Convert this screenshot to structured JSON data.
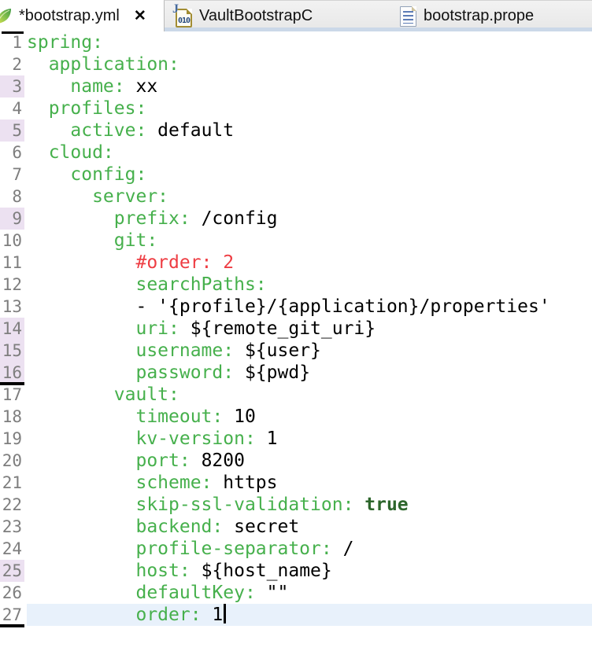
{
  "tabs": [
    {
      "label": "*bootstrap.yml",
      "active": true,
      "dirty": true,
      "close_glyph": "✕",
      "icon": "yaml-leaf-icon"
    },
    {
      "label": "VaultBootstrapC",
      "active": false,
      "icon": "java-class-file-icon",
      "icon_text": "010",
      "icon_decorator": "J"
    },
    {
      "label": "bootstrap.prope",
      "active": false,
      "icon": "properties-file-icon"
    }
  ],
  "editor": {
    "cursor_line": 27,
    "lines": [
      {
        "n": 1,
        "marker_above": true,
        "parts": [
          {
            "c": "k",
            "t": "spring:"
          }
        ]
      },
      {
        "n": 2,
        "parts": [
          {
            "c": "k",
            "t": "  application:"
          }
        ]
      },
      {
        "n": 3,
        "changed": true,
        "parts": [
          {
            "c": "k",
            "t": "    name:"
          },
          {
            "c": "v",
            "t": " xx"
          }
        ]
      },
      {
        "n": 4,
        "parts": [
          {
            "c": "k",
            "t": "  profiles:"
          }
        ]
      },
      {
        "n": 5,
        "changed": true,
        "parts": [
          {
            "c": "k",
            "t": "    active:"
          },
          {
            "c": "v",
            "t": " default"
          }
        ]
      },
      {
        "n": 6,
        "parts": [
          {
            "c": "k",
            "t": "  cloud:"
          }
        ]
      },
      {
        "n": 7,
        "parts": [
          {
            "c": "k",
            "t": "    config:"
          }
        ]
      },
      {
        "n": 8,
        "parts": [
          {
            "c": "k",
            "t": "      server:"
          }
        ]
      },
      {
        "n": 9,
        "changed": true,
        "parts": [
          {
            "c": "k",
            "t": "        prefix:"
          },
          {
            "c": "v",
            "t": " /config"
          }
        ]
      },
      {
        "n": 10,
        "parts": [
          {
            "c": "k",
            "t": "        git:"
          }
        ]
      },
      {
        "n": 11,
        "parts": [
          {
            "c": "r",
            "t": "          #order: 2"
          }
        ]
      },
      {
        "n": 12,
        "parts": [
          {
            "c": "k",
            "t": "          searchPaths:"
          }
        ]
      },
      {
        "n": 13,
        "parts": [
          {
            "c": "v",
            "t": "          - '{profile}/{application}/properties'"
          }
        ]
      },
      {
        "n": 14,
        "changed": true,
        "parts": [
          {
            "c": "k",
            "t": "          uri:"
          },
          {
            "c": "v",
            "t": " ${remote_git_uri}"
          }
        ]
      },
      {
        "n": 15,
        "changed": true,
        "parts": [
          {
            "c": "k",
            "t": "          username:"
          },
          {
            "c": "v",
            "t": " ${user}"
          }
        ]
      },
      {
        "n": 16,
        "changed": true,
        "marker_below": true,
        "parts": [
          {
            "c": "k",
            "t": "          password:"
          },
          {
            "c": "v",
            "t": " ${pwd}"
          }
        ]
      },
      {
        "n": 17,
        "parts": [
          {
            "c": "k",
            "t": "        vault:"
          }
        ]
      },
      {
        "n": 18,
        "parts": [
          {
            "c": "k",
            "t": "          timeout:"
          },
          {
            "c": "v",
            "t": " 10"
          }
        ]
      },
      {
        "n": 19,
        "parts": [
          {
            "c": "k",
            "t": "          kv-version:"
          },
          {
            "c": "v",
            "t": " 1"
          }
        ]
      },
      {
        "n": 20,
        "parts": [
          {
            "c": "k",
            "t": "          port:"
          },
          {
            "c": "v",
            "t": " 8200"
          }
        ]
      },
      {
        "n": 21,
        "parts": [
          {
            "c": "k",
            "t": "          scheme:"
          },
          {
            "c": "v",
            "t": " https"
          }
        ]
      },
      {
        "n": 22,
        "parts": [
          {
            "c": "k",
            "t": "          skip-ssl-validation:"
          },
          {
            "c": "b",
            "t": " true"
          }
        ]
      },
      {
        "n": 23,
        "parts": [
          {
            "c": "k",
            "t": "          backend:"
          },
          {
            "c": "v",
            "t": " secret"
          }
        ]
      },
      {
        "n": 24,
        "parts": [
          {
            "c": "k",
            "t": "          profile-separator:"
          },
          {
            "c": "v",
            "t": " /"
          }
        ]
      },
      {
        "n": 25,
        "changed": true,
        "parts": [
          {
            "c": "k",
            "t": "          host:"
          },
          {
            "c": "v",
            "t": " ${host_name}"
          }
        ]
      },
      {
        "n": 26,
        "parts": [
          {
            "c": "k",
            "t": "          defaultKey:"
          },
          {
            "c": "v",
            "t": " \"\""
          }
        ]
      },
      {
        "n": 27,
        "current": true,
        "cursor": true,
        "marker_below": true,
        "parts": [
          {
            "c": "k",
            "t": "          order:"
          },
          {
            "c": "v",
            "t": " 1"
          }
        ]
      }
    ]
  },
  "colors": {
    "key_green": "#46b04c",
    "comment_red": "#ee3d43",
    "bool_green": "#2d662c",
    "text_black": "#000000",
    "line_number_gray": "#7e7e7e",
    "changed_line_bg": "#ece1f1",
    "current_line_bg": "#e8f1fb",
    "marker_black": "#000000",
    "tab_strip_blue": "#cbd8e8",
    "inactive_tab_bg": "#f2f2f2",
    "class_icon_gold": "#a28d33",
    "icon_blue": "#44689c"
  }
}
